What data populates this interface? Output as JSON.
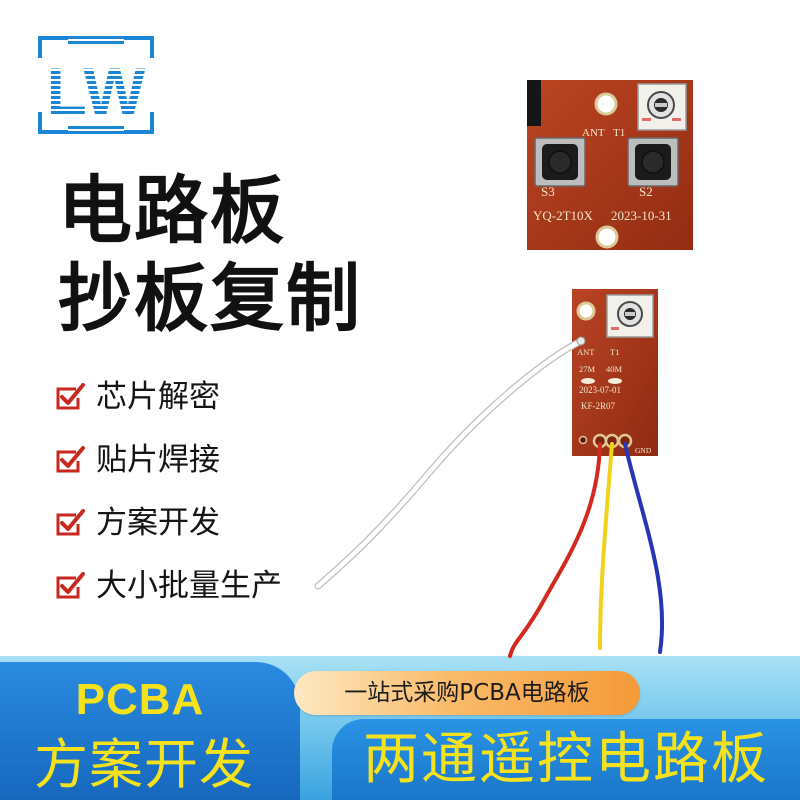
{
  "logo": {
    "text": "LW",
    "color": "#1b86d6"
  },
  "headline": {
    "line1": "电路板",
    "line2": "抄板复制"
  },
  "features": [
    {
      "icon": "check-icon",
      "label": "芯片解密"
    },
    {
      "icon": "check-icon",
      "label": "贴片焊接"
    },
    {
      "icon": "check-icon",
      "label": "方案开发"
    },
    {
      "icon": "check-icon",
      "label": "大小批量生产"
    }
  ],
  "board1": {
    "ant": "ANT",
    "t1": "T1",
    "s3": "S3",
    "s2": "S2",
    "model": "YQ-2T10X",
    "date": "2023-10-31"
  },
  "board2": {
    "ant": "ANT",
    "t1": "T1",
    "freq1": "27M",
    "freq2": "40M",
    "date": "2023-07-01",
    "model": "KF-2R07",
    "gnd": "GND"
  },
  "banner": {
    "left_top": "PCBA",
    "left_bottom": "方案开发",
    "pill": "一站式采购PCBA电路板",
    "right": "两通遥控电路板"
  },
  "colors": {
    "brand_blue": "#1b86d6",
    "check_red": "#c8281e",
    "banner_yellow": "#f6e21c",
    "pill_orange": "#f5a03c",
    "pcb_red": "#ad3a1c"
  }
}
